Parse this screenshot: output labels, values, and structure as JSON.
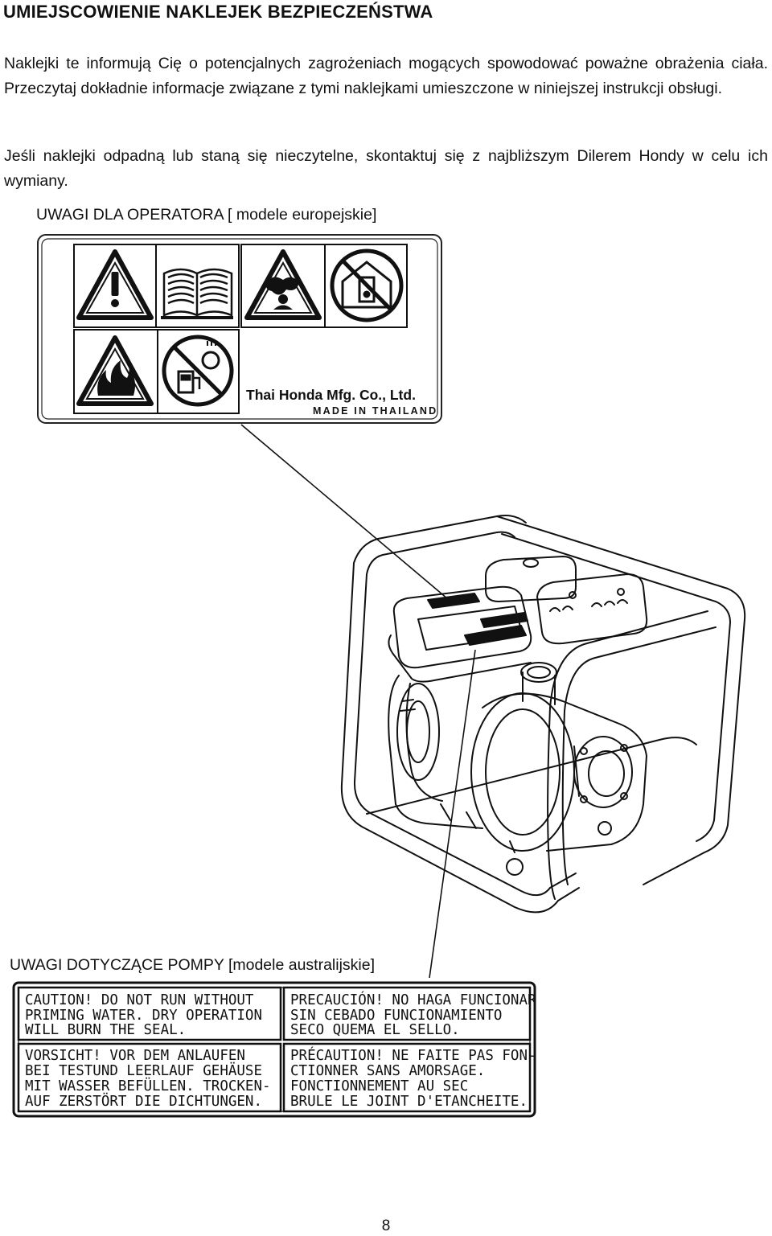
{
  "document": {
    "title": "UMIEJSCOWIENIE NAKLEJEK BEZPIECZEŃSTWA",
    "paragraphs": [
      "Naklejki te informują Cię o potencjalnych zagrożeniach mogących spowodować poważne obrażenia ciała. Przeczytaj dokładnie informacje związane z tymi naklejkami umieszczone w niniejszej instrukcji obsługi.",
      "Jeśli naklejki odpadną lub staną się nieczytelne, skontaktuj się z najbliższym Dilerem Hondy w celu ich wymiany."
    ],
    "operator_section": {
      "heading": "UWAGI DLA OPERATORA [ modele europejskie]",
      "icons": [
        "warning-icon",
        "manual-book-icon",
        "toxic-fumes-icon",
        "no-indoor-use-icon",
        "fire-hazard-icon",
        "no-refuel-running-icon"
      ],
      "manufacturer": "Thai Honda Mfg. Co., Ltd.",
      "origin": "MADE IN THAILAND"
    },
    "pump_section": {
      "heading": "UWAGI DOTYCZĄCE POMPY [modele australijskie]",
      "panels": [
        {
          "lines": [
            "CAUTION! DO NOT RUN WITHOUT",
            "PRIMING WATER. DRY OPERATION",
            "WILL BURN THE SEAL."
          ]
        },
        {
          "lines": [
            "PRECAUCIÓN! NO HAGA FUNCIONAR",
            "SIN CEBADO FUNCIONAMIENTO",
            "SECO QUEMA EL SELLO."
          ]
        },
        {
          "lines": [
            "VORSICHT! VOR DEM ANLAUFEN",
            "BEI TESTUND LEERLAUF GEHÄUSE",
            "MIT WASSER BEFÜLLEN. TROCKEN-",
            "AUF ZERSTÖRT DIE DICHTUNGEN."
          ]
        },
        {
          "lines": [
            "PRÉCAUTION! NE FAITE PAS FON-",
            "CTIONNER SANS AMORSAGE.",
            "FONCTIONNEMENT AU SEC",
            "BRULE LE JOINT D'ETANCHEITE."
          ]
        }
      ]
    },
    "page_number": "8"
  }
}
